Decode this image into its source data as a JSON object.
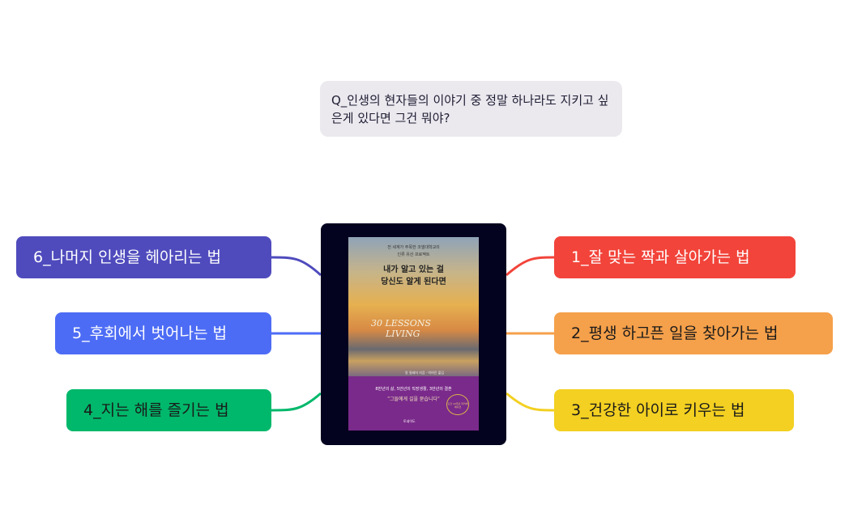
{
  "question": "Q_인생의 현자들의 이야기 중 정말 하나라도 지키고 싶은게 있다면 그건 뭐야?",
  "center_book": {
    "top_line1": "전 세계가 주목한 코넬대학교의",
    "top_line2": "인류 유산 프로젝트",
    "title_line1": "내가 알고 있는 걸",
    "title_line2": "당신도 알게 된다면",
    "english_line1": "30 LESSONS",
    "english_line2": "LIVING",
    "author": "칼 필레머 지음 · 박여진 옮김",
    "band_line1": "8만년의 삶, 5만년의 직장생활, 3만년의 결혼",
    "band_line2": "\"그들에게 길을 묻습니다\"",
    "badge": "출간 10주년 리커버 에디션",
    "publisher": "토네이도"
  },
  "branches": {
    "b1": {
      "label": "1_잘 맞는 짝과 살아가는 법",
      "color": "#f2443a"
    },
    "b2": {
      "label": "2_평생 하고픈 일을 찾아가는 법",
      "color": "#f5a04a"
    },
    "b3": {
      "label": "3_건강한 아이로 키우는 법",
      "color": "#f3d021"
    },
    "b4": {
      "label": "4_지는 해를 즐기는 법",
      "color": "#00b86b"
    },
    "b5": {
      "label": "5_후회에서 벗어나는 법",
      "color": "#4d6cf5"
    },
    "b6": {
      "label": "6_나머지 인생을 헤아리는 법",
      "color": "#4f4bbd"
    }
  }
}
